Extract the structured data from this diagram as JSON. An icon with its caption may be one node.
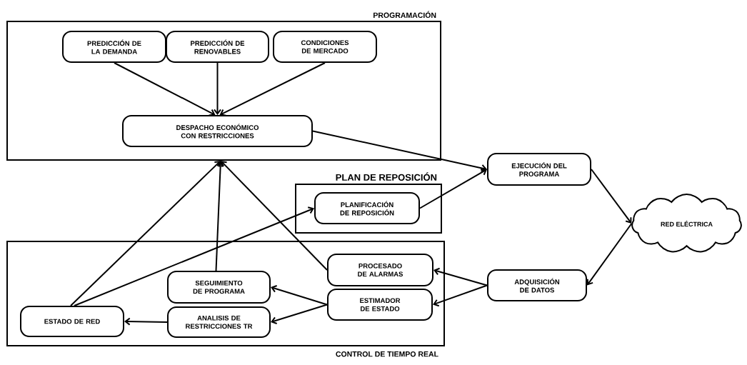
{
  "diagram": {
    "nodes": [
      {
        "text": [
          "PROGRAMACIÓN"
        ]
      },
      {
        "text": [
          "PREDICCIÓN DE LA DEMANDA"
        ],
        "in": 0
      },
      {
        "text": [
          "PREDICCIÓN DE RENOVABLES"
        ],
        "in": 0
      },
      {
        "text": [
          "CONDICIONES DE MERCADO"
        ],
        "in": 0
      },
      {
        "text": [
          "DESPACHO ECONÓMICO CON RESTRICCIONES"
        ],
        "in": 0
      },
      {
        "text": [
          "PLAN DE REPOSICIÓN"
        ]
      },
      {
        "text": [
          "PLANIFICACIÓN DE REPOSICIÓN"
        ],
        "in": 5
      },
      {
        "text": [
          "EJECUCIÓN DEL PROGRAMA"
        ]
      },
      {
        "text": [
          "RED ELÉCTRICA"
        ]
      },
      {
        "text": [
          "CONTROL DE TIEMPO REAL"
        ]
      },
      {
        "text": [
          "PROCESADO DE ALARMAS"
        ],
        "in": 9
      },
      {
        "text": [
          "SEGUIMIENTO DE PROGRAMA"
        ],
        "in": 9
      },
      {
        "text": [
          "ESTIMADOR DE ESTADO"
        ],
        "in": 9
      },
      {
        "text": [
          "ADQUISICIÓN DE DATOS"
        ]
      },
      {
        "text": [
          "ESTADO DE RED"
        ],
        "in": 9
      },
      {
        "text": [
          "ANALISIS DE RESTRICCIONES TR"
        ],
        "in": 9
      }
    ],
    "edges": [
      {
        "from": 1,
        "to": 4,
        "arrow": "to"
      },
      {
        "from": 2,
        "to": 4,
        "arrow": "to"
      },
      {
        "from": 3,
        "to": 4,
        "arrow": "to"
      },
      {
        "from": 4,
        "to": 7,
        "arrow": "to"
      },
      {
        "from": 6,
        "to": 7,
        "arrow": "to"
      },
      {
        "from": 7,
        "to": 8,
        "arrow": "to"
      },
      {
        "from": 8,
        "to": 13,
        "arrow": "to"
      },
      {
        "from": 13,
        "to": 10,
        "arrow": "to"
      },
      {
        "from": 13,
        "to": 12,
        "arrow": "to"
      },
      {
        "from": 12,
        "to": 11,
        "arrow": "to"
      },
      {
        "from": 12,
        "to": 15,
        "arrow": "to"
      },
      {
        "from": 15,
        "to": 14,
        "arrow": "to"
      },
      {
        "from": 14,
        "to": 6,
        "arrow": "to"
      },
      {
        "from": 14,
        "to": 0,
        "arrow": "to"
      },
      {
        "from": 11,
        "to": 0,
        "arrow": "to"
      },
      {
        "from": 10,
        "to": 0,
        "arrow": "to"
      }
    ]
  }
}
